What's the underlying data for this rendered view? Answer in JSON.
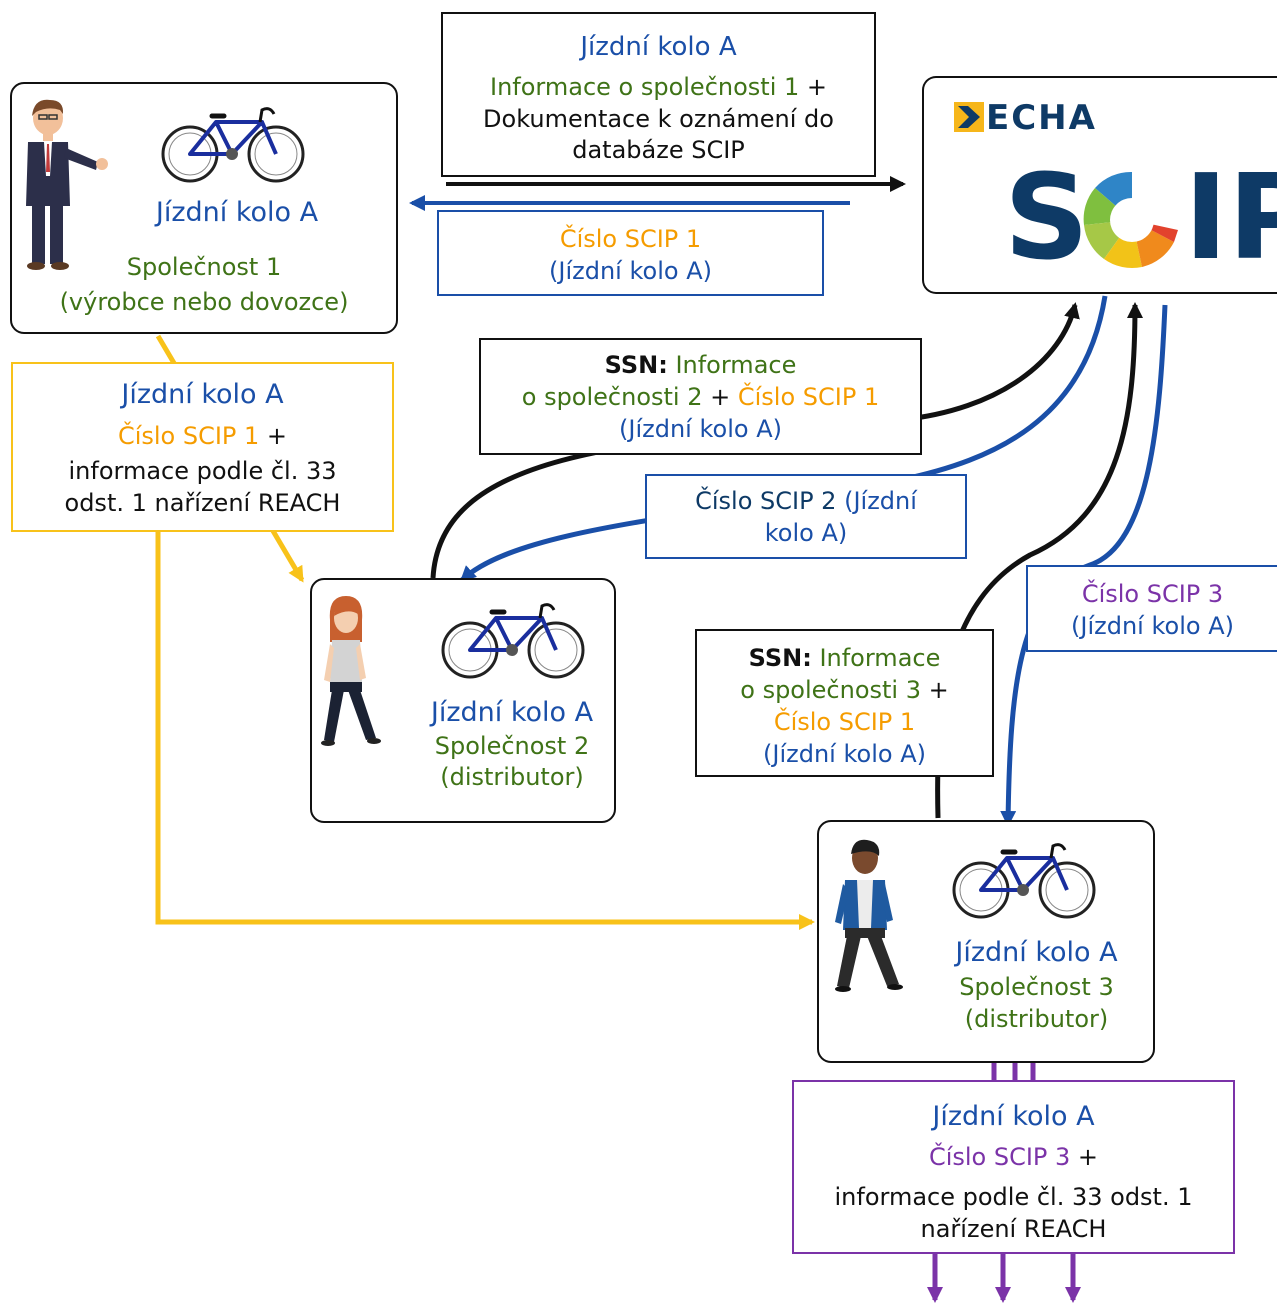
{
  "company1": {
    "product": "Jízdní kolo A",
    "name": "Společnost 1",
    "role": "(výrobce nebo dovozce)"
  },
  "company2": {
    "product": "Jízdní kolo A",
    "name": "Společnost 2",
    "role": "(distributor)"
  },
  "company3": {
    "product": "Jízdní kolo A",
    "name": "Společnost 3",
    "role": "(distributor)"
  },
  "scip_logo": {
    "brand": "ECHA",
    "system": "SCIP"
  },
  "label_submission1": {
    "product": "Jízdní kolo A",
    "line1": "Informace o společnosti 1",
    "plus": " +",
    "line2": "Dokumentace k oznámení do",
    "line3": "databáze SCIP"
  },
  "label_scip1": {
    "number": "Číslo SCIP 1",
    "product": "(Jízdní kolo A)"
  },
  "label_info_to_c2": {
    "product": "Jízdní kolo A",
    "number": "Číslo SCIP 1",
    "plus": " +",
    "line1": "informace podle čl. 33",
    "line2": "odst. 1 nařízení REACH"
  },
  "label_ssn2": {
    "ssn": "SSN:",
    "info_a": " Informace",
    "info_b": "o společnosti 2",
    "plus": " + ",
    "number": "Číslo SCIP 1",
    "product": "(Jízdní kolo A)"
  },
  "label_scip2": {
    "number_a": "Číslo SCIP 2 ",
    "number_b": "(Jízdní",
    "product": "kolo A)"
  },
  "label_scip3": {
    "number": "Číslo SCIP 3",
    "product": "(Jízdní kolo A)"
  },
  "label_ssn3": {
    "ssn": "SSN:",
    "info_a": " Informace",
    "info_b": "o společnosti 3",
    "plus": " +",
    "number": "Číslo SCIP 1",
    "product": "(Jízdní kolo A)"
  },
  "label_downstream": {
    "product": "Jízdní kolo A",
    "number": "Číslo SCIP 3",
    "plus": " +",
    "line1": "informace podle čl. 33 odst. 1",
    "line2": "nařízení REACH"
  },
  "colors": {
    "black_arrow": "#111111",
    "blue_arrow": "#1a4fa8",
    "yellow_arrow": "#f8c21a",
    "purple_arrow": "#7b33a8",
    "echa_navy": "#0e3a66"
  },
  "icons": [
    "businessman-icon",
    "businesswoman-icon",
    "man-walking-icon",
    "bicycle-icon"
  ]
}
